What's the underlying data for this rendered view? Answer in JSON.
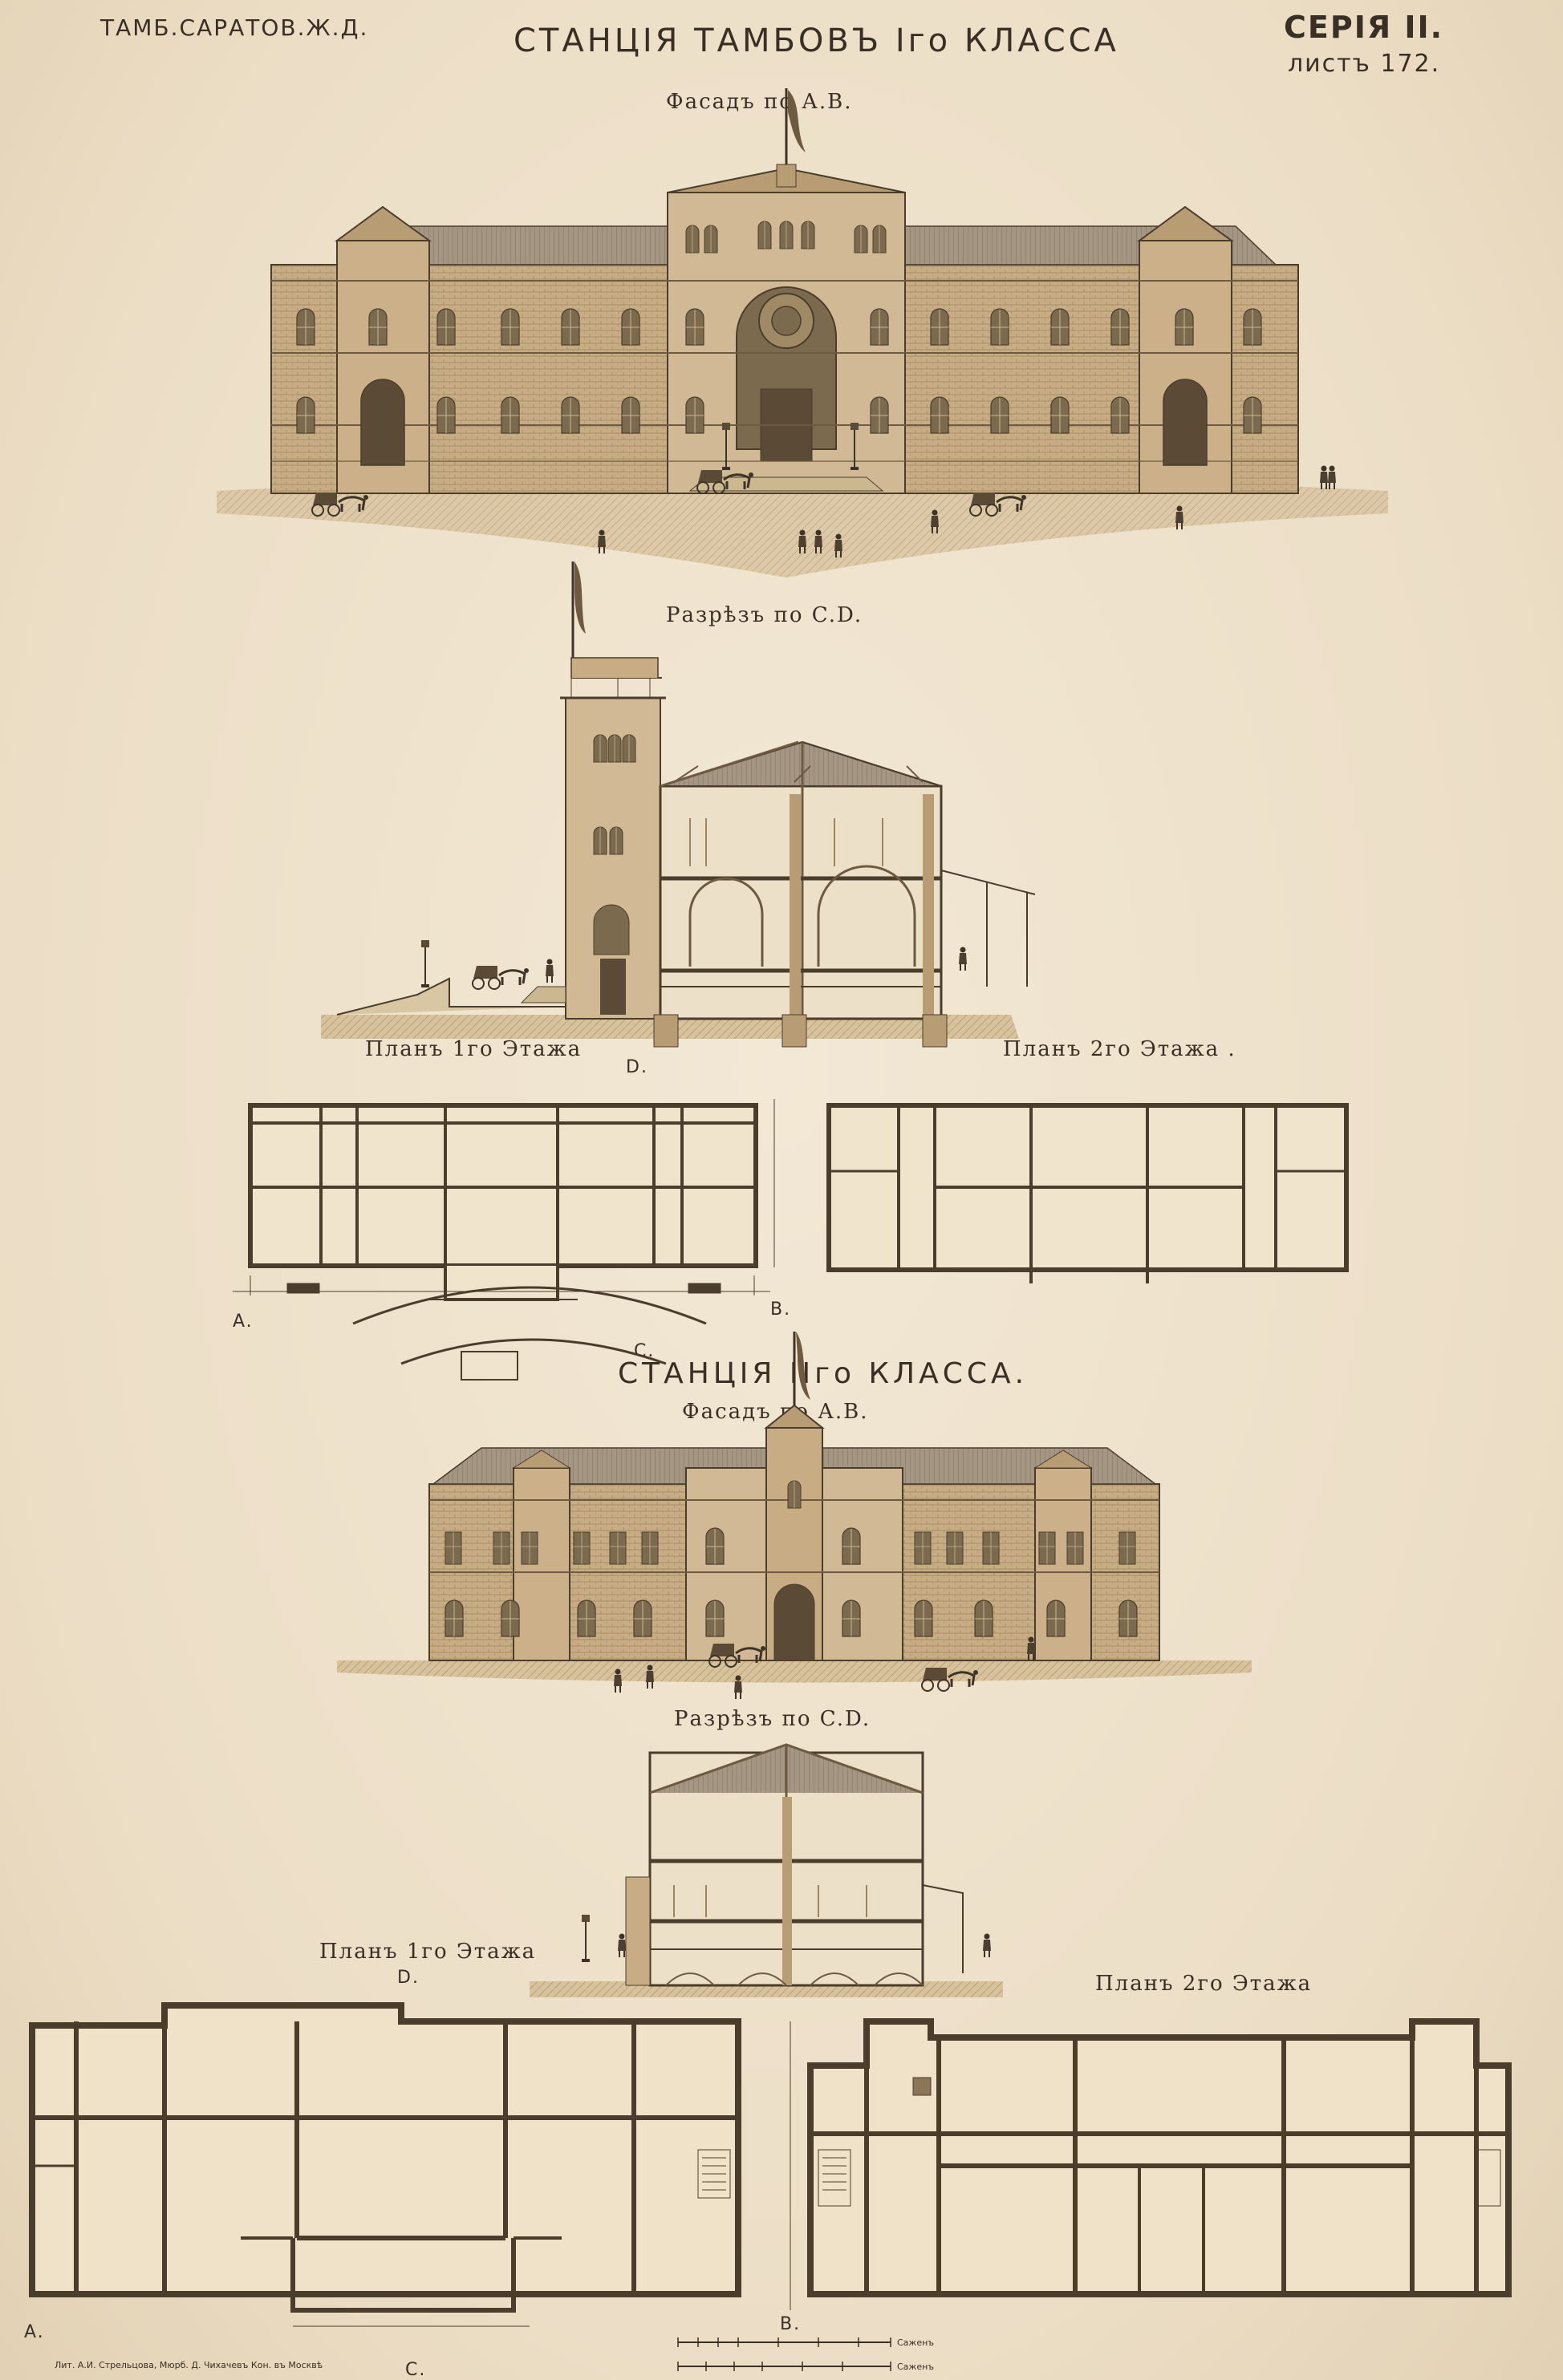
{
  "header": {
    "railway": "ТАМБ.САРАТОВ.Ж.Д.",
    "title": "СТАНЦІЯ ТАМБОВЪ Iго КЛАССА",
    "series": "СЕРІЯ II.",
    "sheet": "листъ 172."
  },
  "station_first": {
    "facade_label": "Фасадъ по А.В.",
    "section_label": "Разрѣзъ по C.D.",
    "plan1_label": "Планъ 1го Этажа",
    "plan2_label": "Планъ 2го Этажа .",
    "marks": {
      "a": "A.",
      "b": "B.",
      "c": "C.",
      "d": "D."
    }
  },
  "station_second": {
    "title": "СТАНЦІЯ IIго КЛАССА.",
    "facade_label": "Фасадъ по А.В.",
    "section_label": "Разрѣзъ по C.D.",
    "plan1_label": "Планъ 1го Этажа",
    "plan2_label": "Планъ 2го Этажа",
    "marks": {
      "a": "A.",
      "b": "B.",
      "c": "C.",
      "d": "D."
    }
  },
  "footer": {
    "imprint": "Лит. А.И. Стрельцова, Мюрб. Д. Чихачевъ Кон. въ Москвѣ",
    "scale_top": "Саженъ",
    "scale_bottom": "Саженъ"
  },
  "colors": {
    "paper": "#efe3cd",
    "ink": "#3a2f24",
    "brick": "#b89c74",
    "stone": "#d8c4a0",
    "wall_fill": "#c7a87c",
    "roof": "#9c8f7c",
    "window": "#8a7556"
  }
}
